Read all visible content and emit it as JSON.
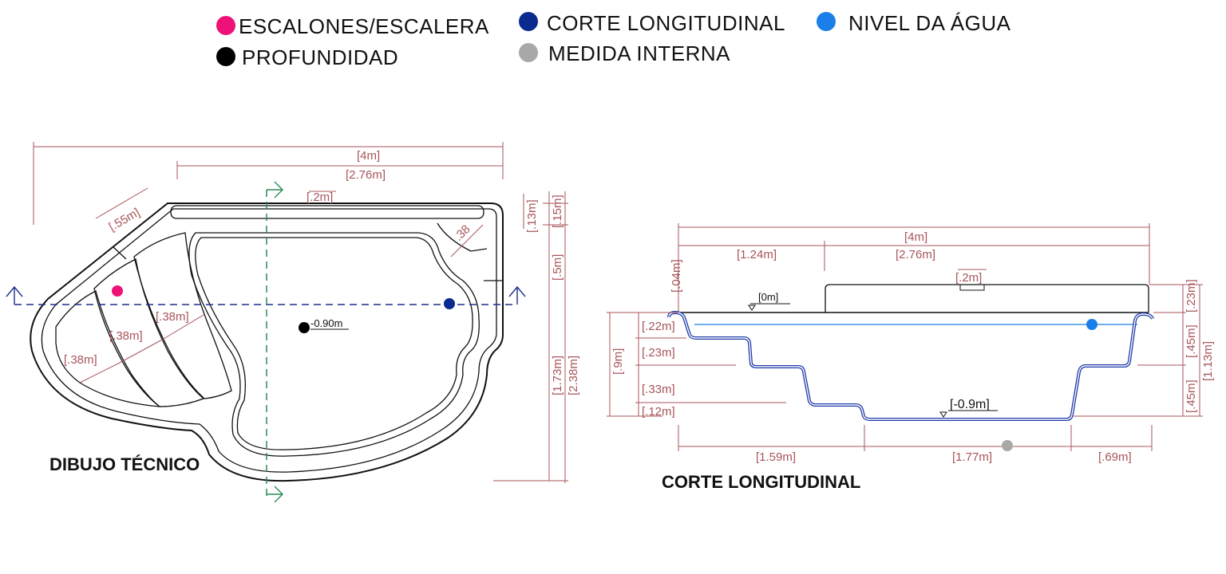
{
  "legend": {
    "steps": {
      "label": "ESCALONES/ESCALERA",
      "color": "#ee1177"
    },
    "depth": {
      "label": "PROFUNDIDAD",
      "color": "#000000"
    },
    "section": {
      "label": "CORTE LONGITUDINAL",
      "color": "#0a2a8f"
    },
    "internal": {
      "label": "MEDIDA INTERNA",
      "color": "#a8a8a8"
    },
    "water": {
      "label": "NIVEL DA ÁGUA",
      "color": "#1a7fe8"
    }
  },
  "plan": {
    "title": "DIBUJO TÉCNICO",
    "depth_label": "-0.90m",
    "dims": {
      "total_length": "[4m]",
      "inner_length": "[2.76m]",
      "bench_width": "[.2m]",
      "diagonal": "[.55m]",
      "corner_radius": ".38",
      "rim_a": "[.13m]",
      "rim_b": "[.15m]",
      "side_a": "[.5m]",
      "side_b": "[1.73m]",
      "total_width": "[2.38m]",
      "step1": "[.38m]",
      "step2": "[.38m]",
      "step3": "[.38m]"
    }
  },
  "section": {
    "title": "CORTE LONGITUDINAL",
    "zero_level": "[0m]",
    "bottom_level": "[-0.9m]",
    "dims": {
      "total_length": "[4m]",
      "left_part": "[1.24m]",
      "right_part": "[2.76m]",
      "bench": "[.2m]",
      "rim_height": "[.04m]",
      "step_1": "[.22m]",
      "step_2": "[.23m]",
      "step_3": "[.33m]",
      "step_4": "[.12m]",
      "depth": "[.9m]",
      "right_top": "[.23m]",
      "right_mid": "[.45m]",
      "right_bottom": "[.45m]",
      "right_total": "[1.13m]",
      "bottom_left": "[1.59m]",
      "bottom_mid": "[1.77m]",
      "bottom_right": "[.69m]"
    }
  }
}
